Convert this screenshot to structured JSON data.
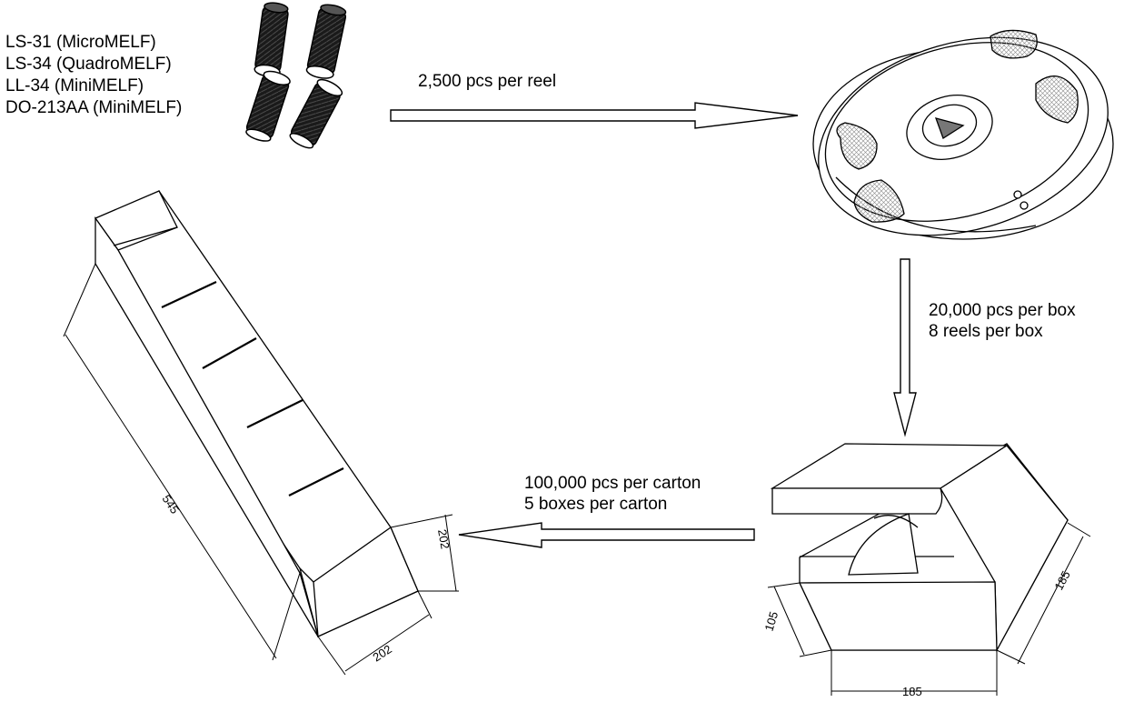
{
  "parts": [
    "LS-31 (MicroMELF)",
    "LS-34 (QuadroMELF)",
    "LL-34 (MiniMELF)",
    "DO-213AA (MiniMELF)"
  ],
  "steps": {
    "reel": [
      "2,500 pcs per reel"
    ],
    "box": [
      "20,000 pcs per box",
      "8 reels per box"
    ],
    "carton": [
      "100,000 pcs per carton",
      "5 boxes per carton"
    ]
  },
  "dimensions": {
    "carton_length": "545",
    "carton_height": "202",
    "carton_width": "202",
    "box_height": "185",
    "box_depth": "105",
    "box_width": "185"
  }
}
